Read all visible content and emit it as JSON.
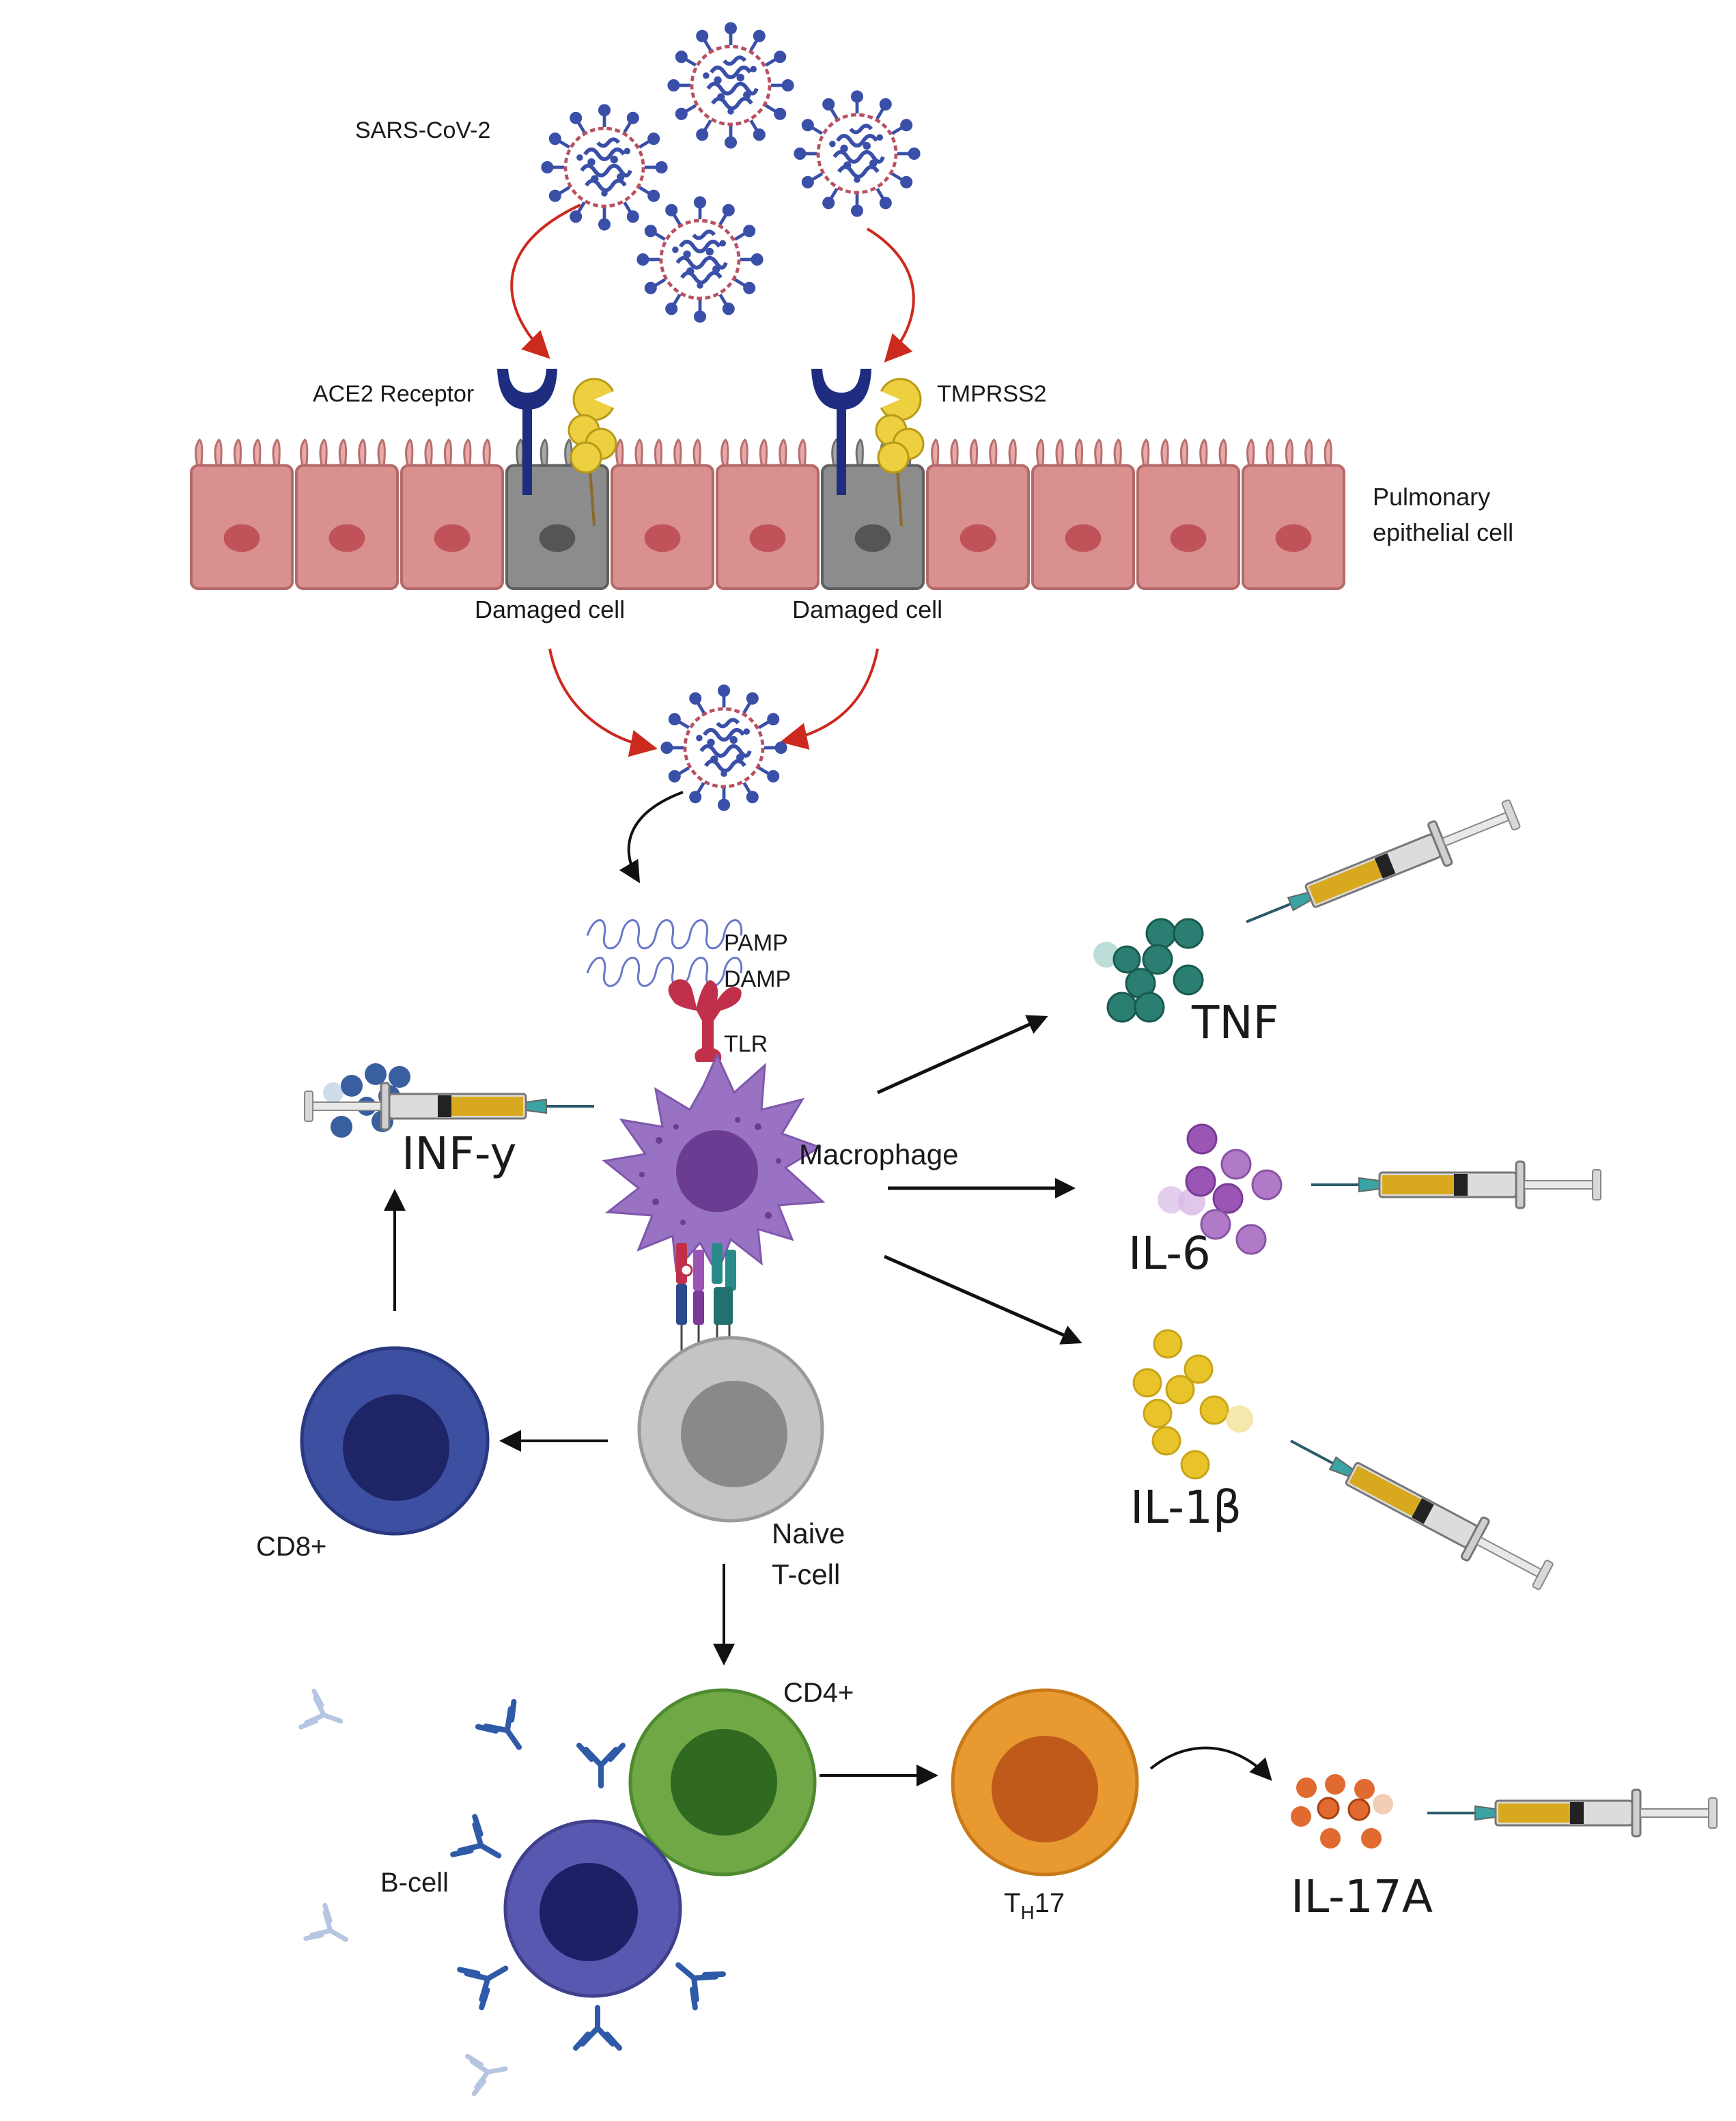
{
  "labels": {
    "virus": "SARS-CoV-2",
    "ace2": "ACE2 Receptor",
    "tmprss2": "TMPRSS2",
    "epithelial_line1": "Pulmonary",
    "epithelial_line2": "epithelial cell",
    "damaged_left": "Damaged  cell",
    "damaged_right": "Damaged cell",
    "pamp": "PAMP",
    "damp": "DAMP",
    "tlr": "TLR",
    "macrophage": "Macrophage",
    "tnf": "TNF",
    "il6": "IL-6",
    "il1b": "IL-1β",
    "infy": "INF-y",
    "cd8": "CD8+",
    "naive_line1": "Naive",
    "naive_line2": "T-cell",
    "cd4": "CD4+",
    "bcell": "B-cell",
    "th17_main": "T",
    "th17_sub": "H",
    "th17_tail": "17",
    "il17a": "IL-17A"
  },
  "colors": {
    "virus_body": "#3a4fa8",
    "virus_ring": "#b85060",
    "epithelial": "#d9908f",
    "epithelial_nucleus": "#c0535a",
    "damaged": "#8c8c8c",
    "red_arrow": "#cc2a1f",
    "macrophage": "#9a72c4",
    "macrophage_nucleus": "#6a3c92",
    "tlr": "#c0304a",
    "tnf": "#2a7f72",
    "il6": "#9a55b5",
    "il1b": "#e8c42a",
    "infy": "#3a5fa0",
    "cd8": "#3d4fa0",
    "naive": "#c4c4c6",
    "cd4": "#6fa845",
    "bcell": "#5858b0",
    "th17": "#e89a30",
    "il17a": "#e06a30",
    "syringe_fluid": "#d8a91e"
  },
  "icons": [
    "virus-icon",
    "ace2-receptor-icon",
    "tmprss2-icon",
    "syringe-icon",
    "antibody-icon",
    "tlr-receptor-icon"
  ]
}
